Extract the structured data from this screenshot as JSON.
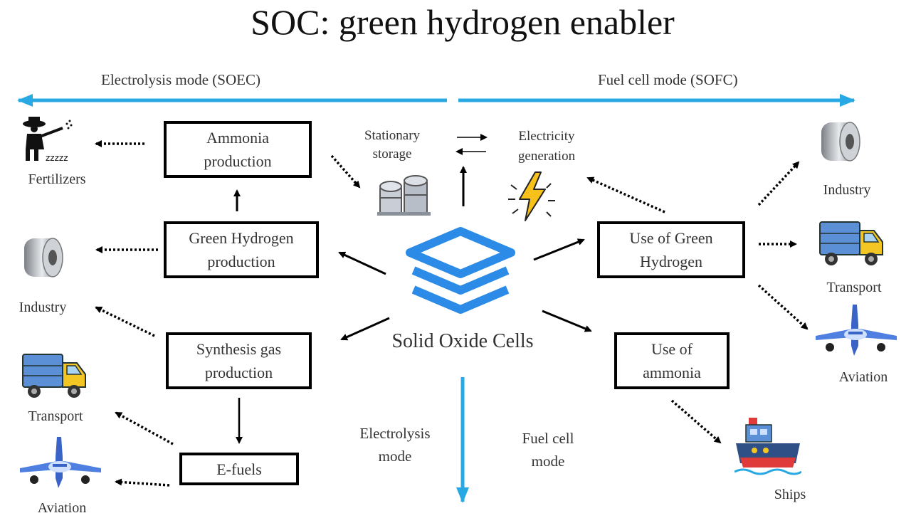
{
  "title": "SOC: green hydrogen enabler",
  "modes": {
    "electrolysis": "Electrolysis mode (SOEC)",
    "fuel_cell": "Fuel cell mode (SOFC)"
  },
  "center": {
    "label": "Solid Oxide Cells",
    "down_left": "Electrolysis\nmode",
    "down_right": "Fuel cell\nmode"
  },
  "boxes": {
    "ammonia": "Ammonia\nproduction",
    "green_h2": "Green Hydrogen\nproduction",
    "syngas": "Synthesis gas\nproduction",
    "efuels": "E-fuels",
    "use_h2": "Use of  Green\nHydrogen",
    "use_ammonia": "Use of\nammonia"
  },
  "top_center": {
    "storage": "Stationary\nstorage",
    "electricity": "Electricity\ngeneration"
  },
  "left_outputs": {
    "fertilizers": "Fertilizers",
    "industry": "Industry",
    "transport": "Transport",
    "aviation": "Aviation"
  },
  "right_outputs": {
    "industry": "Industry",
    "transport": "Transport",
    "aviation": "Aviation",
    "ships": "Ships"
  },
  "colors": {
    "mode_arrow": "#29a9e3",
    "soc_icon": "#2b8be6"
  },
  "icons": {
    "farmer": "farmer-icon",
    "steel_coil": "steel-coil-icon",
    "truck": "truck-icon",
    "airplane": "airplane-icon",
    "storage_tanks": "storage-tanks-icon",
    "lightning": "lightning-icon",
    "ship": "ship-icon",
    "soc_stack": "soc-stack-icon"
  }
}
